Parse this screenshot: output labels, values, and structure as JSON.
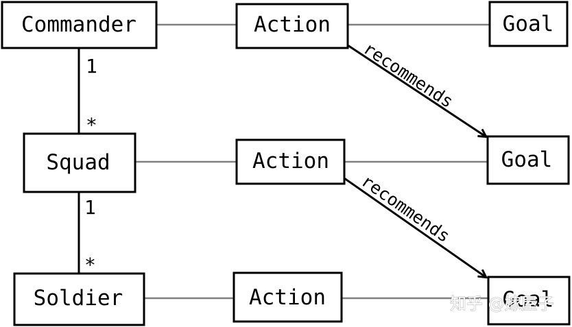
{
  "nodes": {
    "commander": "Commander",
    "squad": "Squad",
    "soldier": "Soldier",
    "action_1": "Action",
    "action_2": "Action",
    "action_3": "Action",
    "goal_1": "Goal",
    "goal_2": "Goal",
    "goal_3": "Goal"
  },
  "multiplicities": {
    "commander_squad_one": "1",
    "commander_squad_many": "*",
    "squad_soldier_one": "1",
    "squad_soldier_many": "*"
  },
  "edges": {
    "recommends_1": "recommends",
    "recommends_2": "recommends"
  },
  "watermark": "知乎 @嫁屋子",
  "colors": {
    "box_stroke": "#000000",
    "association_line": "#808080",
    "background": "#ffffff"
  }
}
